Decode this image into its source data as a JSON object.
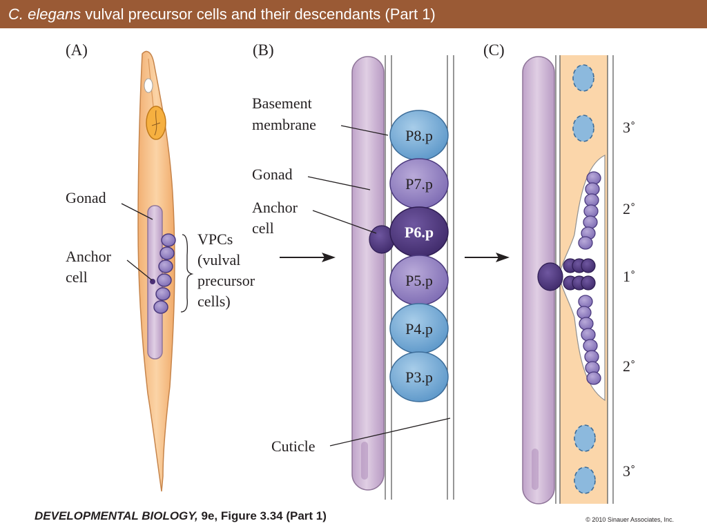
{
  "header": {
    "title_italic": "C. elegans",
    "title_rest": " vulval precursor cells and their descendants (Part 1)"
  },
  "panel_a": {
    "label": "(A)",
    "gonad": "Gonad",
    "anchor_line1": "Anchor",
    "anchor_line2": "cell",
    "vpc_lines": [
      "VPCs",
      "(vulval",
      "precursor",
      "cells)"
    ]
  },
  "panel_b": {
    "label": "(B)",
    "basement_line1": "Basement",
    "basement_line2": "membrane",
    "gonad": "Gonad",
    "anchor_line1": "Anchor",
    "anchor_line2": "cell",
    "cuticle": "Cuticle",
    "cells": [
      "P8.p",
      "P7.p",
      "P6.p",
      "P5.p",
      "P4.p",
      "P3.p"
    ]
  },
  "panel_c": {
    "label": "(C)",
    "fates": [
      "3˚",
      "2˚",
      "1˚",
      "2˚",
      "3˚"
    ]
  },
  "footer": {
    "book_italic": "DEVELOPMENTAL BIOLOGY,",
    "book_rest": " 9e, Figure 3.34 (Part 1)",
    "copyright": "© 2010 Sinauer Associates, Inc."
  },
  "colors": {
    "title_bar": "#9a5a35",
    "gonad": "#d3bcd8",
    "worm": "#f8c490",
    "blue_cell": "#78acd8",
    "purple_cell": "#9a88c6",
    "anchor": "#5a3e86"
  }
}
